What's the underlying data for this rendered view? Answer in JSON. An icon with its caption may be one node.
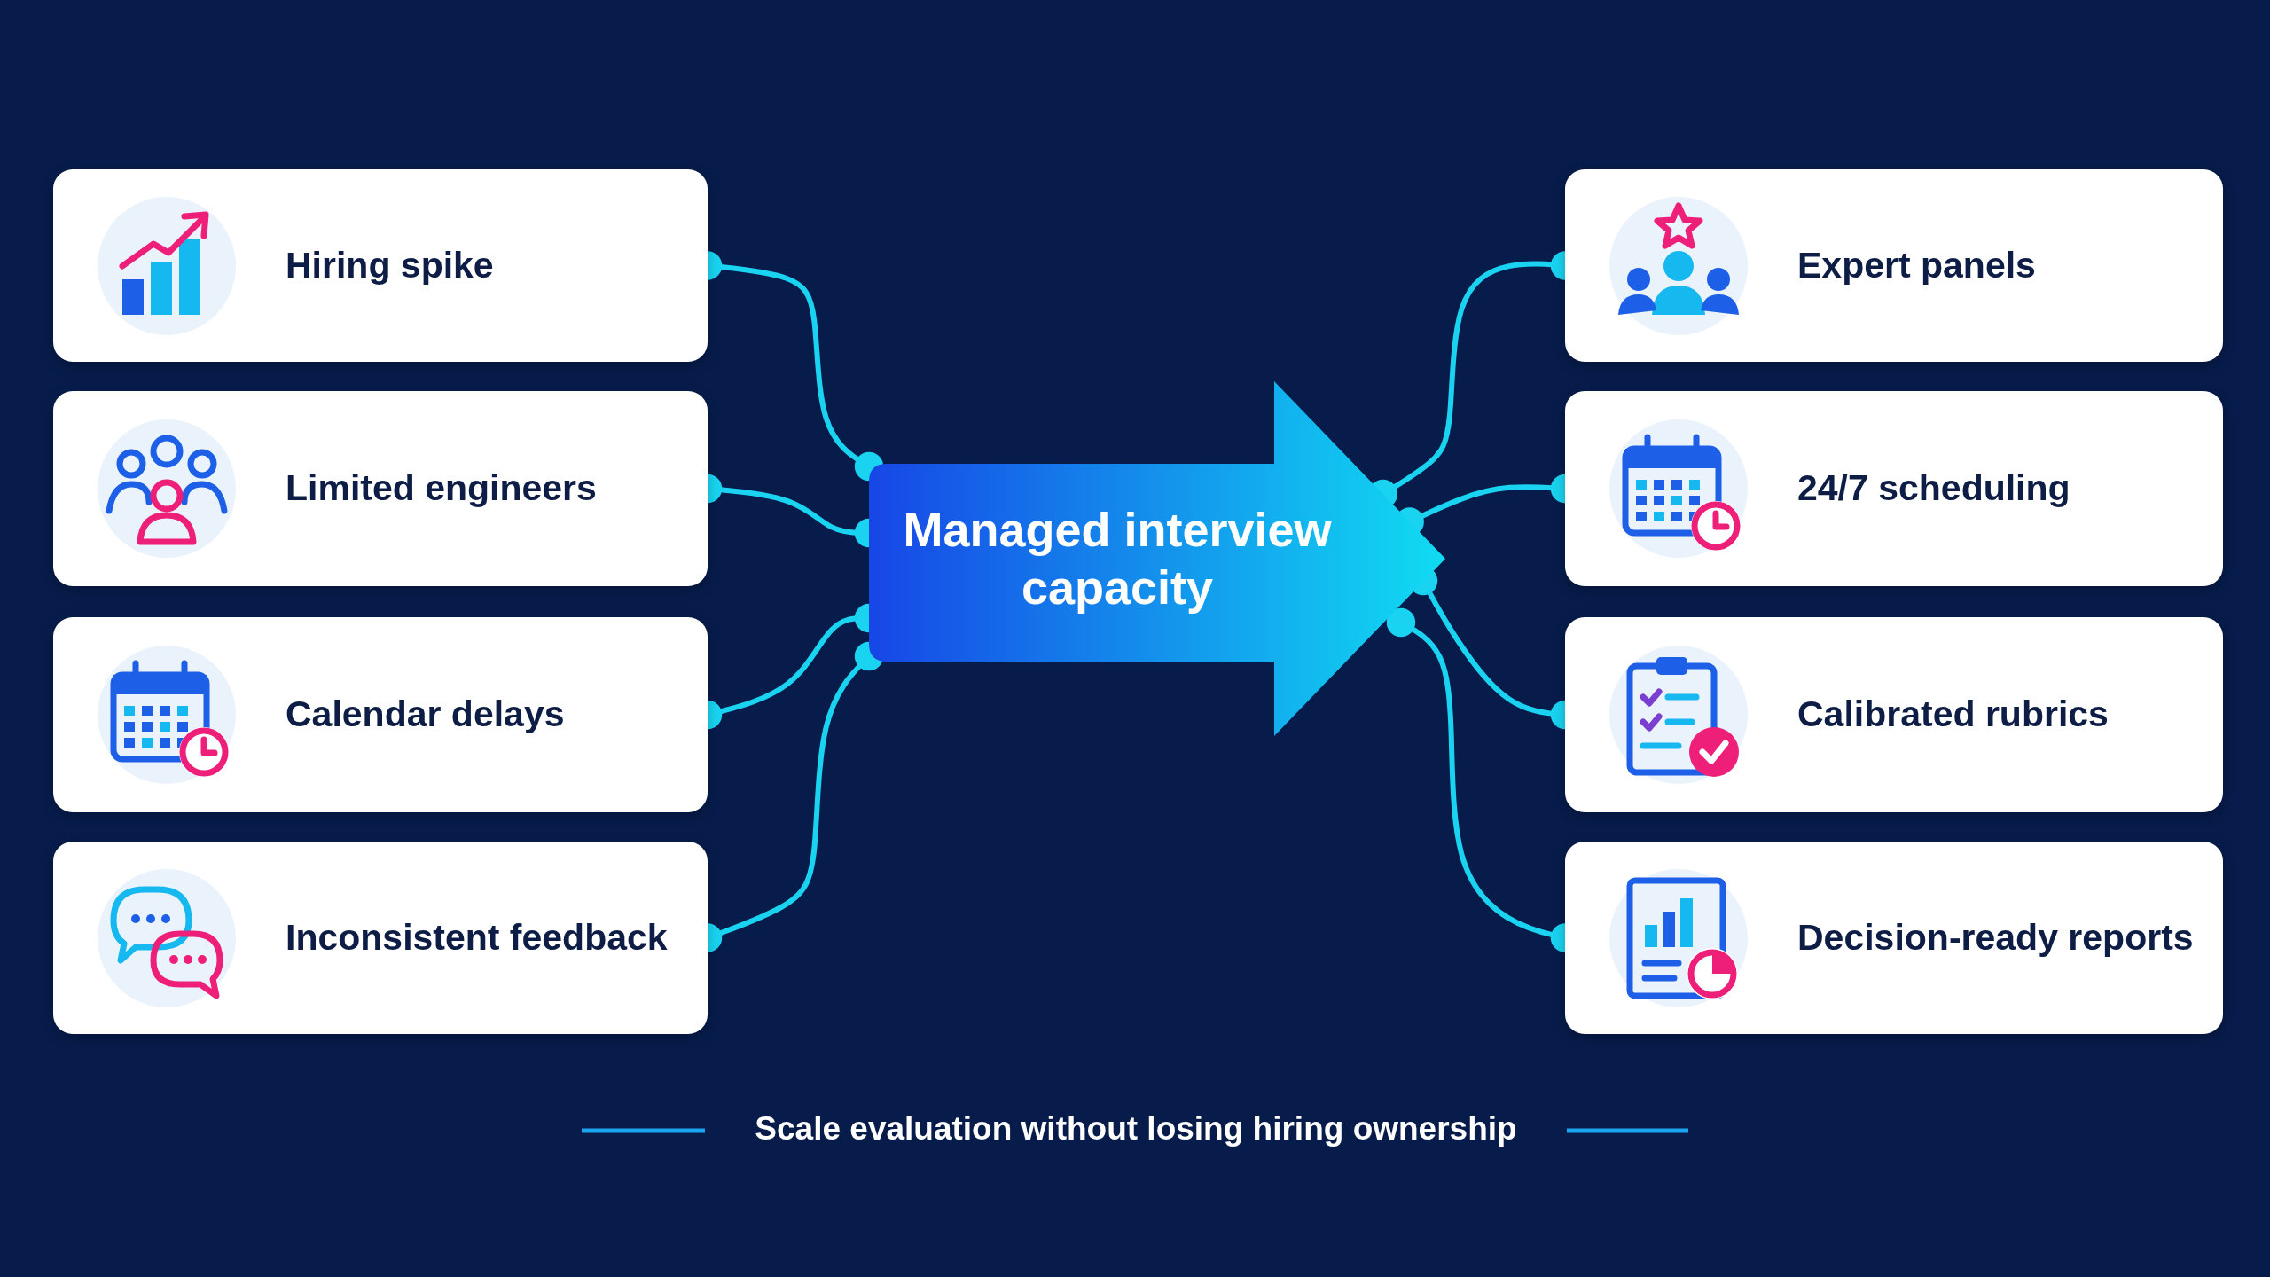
{
  "diagram": {
    "nodes": [
      {
        "text": [
          "Hiring spike"
        ]
      },
      {
        "text": [
          "Limited engineers"
        ]
      },
      {
        "text": [
          "Calendar delays"
        ]
      },
      {
        "text": [
          "Inconsistent feedback"
        ]
      },
      {
        "text": [
          "Managed interview capacity"
        ]
      },
      {
        "text": [
          "Expert panels"
        ]
      },
      {
        "text": [
          "24/7 scheduling"
        ]
      },
      {
        "text": [
          "Calibrated rubrics"
        ]
      },
      {
        "text": [
          "Decision-ready reports"
        ]
      }
    ],
    "edges": [
      {
        "from": 0,
        "to": 4,
        "arrow": "other"
      },
      {
        "from": 1,
        "to": 4,
        "arrow": "other"
      },
      {
        "from": 2,
        "to": 4,
        "arrow": "other"
      },
      {
        "from": 3,
        "to": 4,
        "arrow": "other"
      },
      {
        "from": 4,
        "to": 5,
        "arrow": "other"
      },
      {
        "from": 4,
        "to": 6,
        "arrow": "other"
      },
      {
        "from": 4,
        "to": 7,
        "arrow": "other"
      },
      {
        "from": 4,
        "to": 8,
        "arrow": "other"
      }
    ],
    "labels": [
      "Scale evaluation without losing hiring ownership"
    ]
  }
}
